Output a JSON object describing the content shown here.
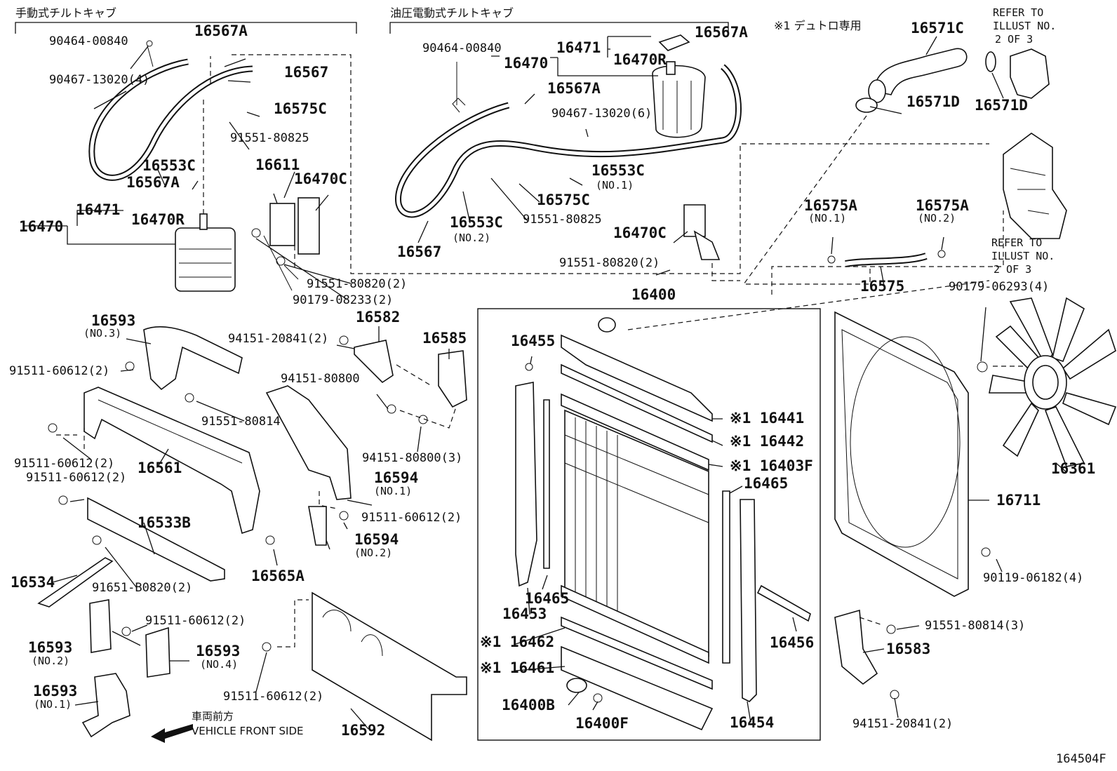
{
  "headers": {
    "manual_tilt_cab": "手動式チルトキャブ",
    "hydraulic_tilt_cab": "油圧電動式チルトキャブ",
    "duetro_note": "※1 デュトロ専用"
  },
  "refer_notes": {
    "top": [
      "REFER TO",
      "ILLUST NO.",
      "2 OF 3"
    ],
    "bottom": [
      "REFER TO",
      "ILLUST NO.",
      "2 OF 3"
    ]
  },
  "direction": {
    "jp": "車両前方",
    "en": "VEHICLE FRONT SIDE"
  },
  "figure_id": "164504F",
  "labels": {
    "p90464_l": "90464-00840",
    "p16567A_l1": "16567A",
    "p16567_l": "16567",
    "p90467_l": "90467-13020(4)",
    "p16575C_l": "16575C",
    "p91551_80825_l": "91551-80825",
    "p16553C_l": "16553C",
    "p16567A_l2": "16567A",
    "p16611": "16611",
    "p16470C_l": "16470C",
    "p16471_l": "16471",
    "p16470_l": "16470",
    "p16470R_l": "16470R",
    "p91551_80820_l": "91551-80820(2)",
    "p90179_08233": "90179-08233(2)",
    "p90464_m": "90464-00840",
    "p16471_m": "16471",
    "p16470_m": "16470",
    "p16470R_m": "16470R",
    "p16567A_m1": "16567A",
    "p16567A_m2": "16567A",
    "p90467_m": "90467-13020(6)",
    "p16553C_m1": "16553C",
    "p16553C_m1_no": "(NO.1)",
    "p16575C_m": "16575C",
    "p16553C_m2": "16553C",
    "p16553C_m2_no": "(NO.2)",
    "p91551_80825_m": "91551-80825",
    "p16567_m": "16567",
    "p16470C_m": "16470C",
    "p91551_80820_m": "91551-80820(2)",
    "p16571C": "16571C",
    "p16571D_1": "16571D",
    "p16571D_2": "16571D",
    "p16575A_1": "16575A",
    "p16575A_1_no": "(NO.1)",
    "p16575A_2": "16575A",
    "p16575A_2_no": "(NO.2)",
    "p16575": "16575",
    "p90179_06293": "90179-06293(4)",
    "p16400": "16400",
    "p16593_3": "16593",
    "p16593_3_no": "(NO.3)",
    "p94151_20841_t": "94151-20841(2)",
    "p16582": "16582",
    "p16585": "16585",
    "p91511_60612_a": "91511-60612(2)",
    "p94151_80800": "94151-80800",
    "p91551_80814": "91551-80814",
    "p94151_80800_3": "94151-80800(3)",
    "p91511_60612_b": "91511-60612(2)",
    "p16561": "16561",
    "p91511_60612_c": "91511-60612(2)",
    "p16594_1": "16594",
    "p16594_1_no": "(NO.1)",
    "p91511_60612_d": "91511-60612(2)",
    "p16533B": "16533B",
    "p16594_2": "16594",
    "p16594_2_no": "(NO.2)",
    "p16565A": "16565A",
    "p16534": "16534",
    "p91651_B0820": "91651-B0820(2)",
    "p91511_60612_e": "91511-60612(2)",
    "p16593_2": "16593",
    "p16593_2_no": "(NO.2)",
    "p16593_4": "16593",
    "p16593_4_no": "(NO.4)",
    "p91511_60612_f": "91511-60612(2)",
    "p16593_1": "16593",
    "p16593_1_no": "(NO.1)",
    "p16592": "16592",
    "p16455": "16455",
    "p16441": "※1 16441",
    "p16442": "※1 16442",
    "p16403F": "※1 16403F",
    "p16465_r": "16465",
    "p16465_l": "16465",
    "p16453": "16453",
    "p16462": "※1 16462",
    "p16461": "※1 16461",
    "p16456": "16456",
    "p16400B": "16400B",
    "p16400F": "16400F",
    "p16454": "16454",
    "p16361": "16361",
    "p16711": "16711",
    "p90119_06182": "90119-06182(4)",
    "p91551_80814_3": "91551-80814(3)",
    "p16583": "16583",
    "p94151_20841_b": "94151-20841(2)"
  }
}
